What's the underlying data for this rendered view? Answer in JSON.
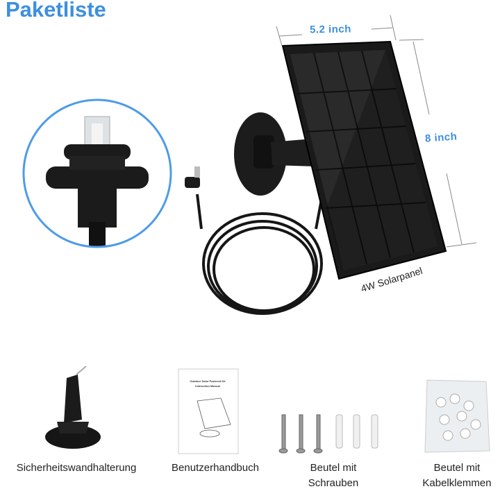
{
  "title": "Paketliste",
  "dimensions": {
    "width": "5.2 inch",
    "height": "8 inch"
  },
  "panel_label": "4W Solarpanel",
  "manual": {
    "line1": "Outdoor Solar Powered Kit",
    "line2": "Instruction Manual"
  },
  "items": [
    {
      "label": "Sicherheitswandhalterung"
    },
    {
      "label": "Benutzerhandbuch"
    },
    {
      "label_line1": "Beutel mit",
      "label_line2": "Schrauben"
    },
    {
      "label_line1": "Beutel mit",
      "label_line2": "Kabelklemmen"
    }
  ],
  "colors": {
    "accent": "#3d8fe0",
    "product": "#1a1a1a"
  }
}
